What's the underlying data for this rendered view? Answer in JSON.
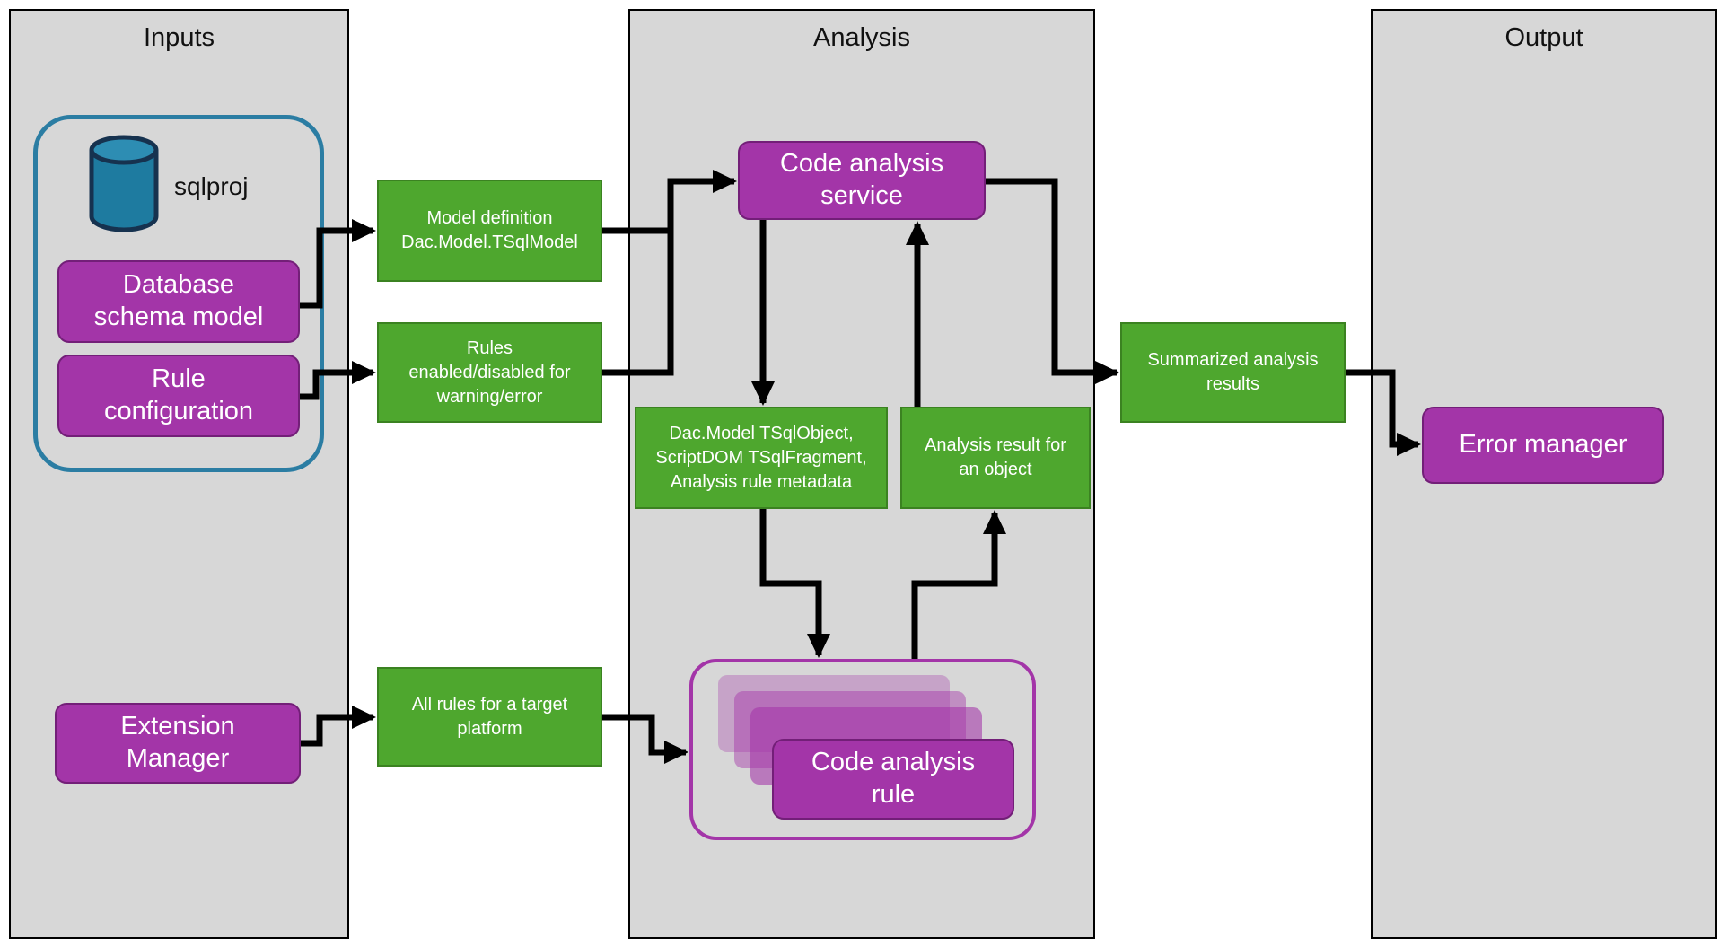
{
  "columns": {
    "inputs": {
      "title": "Inputs"
    },
    "analysis": {
      "title": "Analysis"
    },
    "output": {
      "title": "Output"
    }
  },
  "inputs": {
    "sqlproj_label": "sqlproj",
    "database_schema_model": {
      "line1": "Database",
      "line2": "schema model"
    },
    "rule_configuration": {
      "line1": "Rule",
      "line2": "configuration"
    },
    "extension_manager": {
      "line1": "Extension",
      "line2": "Manager"
    }
  },
  "flows": {
    "model_definition": {
      "line1": "Model definition",
      "line2": "Dac.Model.TSqlModel"
    },
    "rules_enabled": {
      "line1": "Rules",
      "line2": "enabled/disabled for",
      "line3": "warning/error"
    },
    "all_rules": {
      "line1": "All rules for a target",
      "line2": "platform"
    },
    "object_metadata": {
      "line1": "Dac.Model TSqlObject,",
      "line2": "ScriptDOM TSqlFragment,",
      "line3": "Analysis rule metadata"
    },
    "analysis_result": {
      "line1": "Analysis result for",
      "line2": "an object"
    },
    "summarized_results": {
      "line1": "Summarized analysis",
      "line2": "results"
    }
  },
  "analysis": {
    "code_analysis_service": {
      "line1": "Code analysis",
      "line2": "service"
    },
    "code_analysis_rule": {
      "line1": "Code analysis",
      "line2": "rule"
    }
  },
  "output": {
    "error_manager": "Error manager"
  },
  "colors": {
    "purple": "#a335a8",
    "green": "#4ea72e",
    "column_gray": "#d7d7d7",
    "teal_cylinder": "#1e7ba0",
    "teal_outline": "#2b7da3",
    "arrow_black": "#000000"
  }
}
